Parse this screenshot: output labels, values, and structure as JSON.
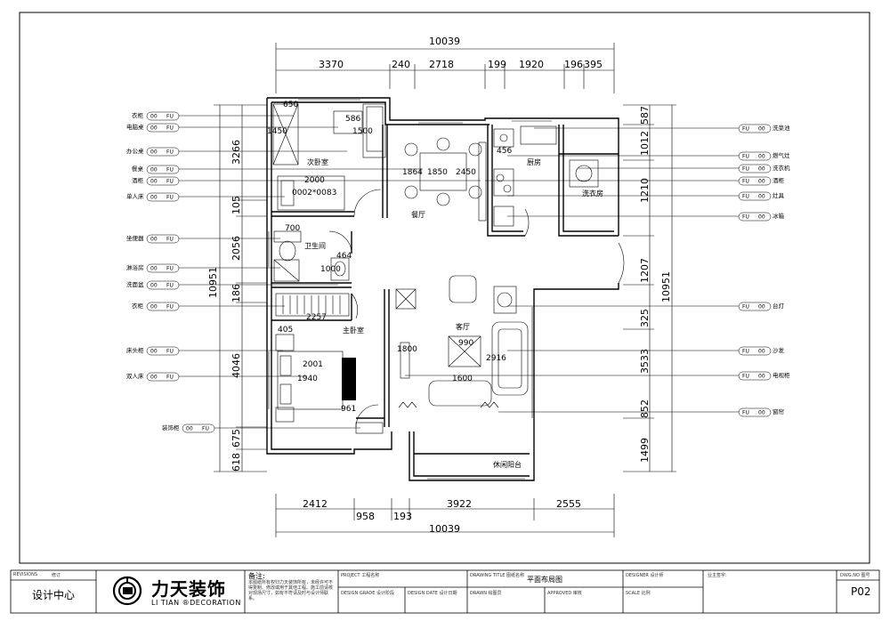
{
  "drawing": {
    "overall_top": "10039",
    "overall_bottom": "10039",
    "overall_left": "10951",
    "overall_right": "10951",
    "top_dims": [
      "3370",
      "240",
      "2718",
      "199",
      "1920",
      "196",
      "395"
    ],
    "bottom_dims": [
      "2412",
      "3922",
      "2555"
    ],
    "bottom_dims_small": [
      "958",
      "193"
    ],
    "left_dims": [
      "3266",
      "105",
      "2056",
      "186",
      "4046",
      "675",
      "618"
    ],
    "right_dims": [
      "587",
      "1012",
      "1210",
      "1207",
      "325",
      "3533",
      "852",
      "1499"
    ],
    "rooms": {
      "second_bedroom": "次卧室",
      "dining": "餐厅",
      "kitchen": "厨房",
      "laundry": "洗衣房",
      "bathroom": "卫生间",
      "master_bedroom": "主卧室",
      "living": "客厅",
      "balcony": "休闲阳台"
    },
    "left_labels": [
      "衣柜",
      "电脑桌",
      "办公桌",
      "餐桌",
      "酒柜",
      "单人床",
      "坐便器",
      "淋浴房",
      "洗面盆",
      "衣柜",
      "床头柜",
      "双人床",
      "装饰柜"
    ],
    "right_labels": [
      "洗菜池",
      "燃气灶",
      "洗衣机",
      "酒柜",
      "灶具",
      "冰箱",
      "台灯",
      "沙发",
      "电视柜",
      "窗帘"
    ],
    "tag_a": "00",
    "tag_b": "FU",
    "inner_dims": [
      "650",
      "586",
      "1450",
      "1500",
      "2000",
      "1864",
      "2450",
      "1850",
      "456",
      "700",
      "464",
      "1000",
      "2257",
      "405",
      "2001",
      "1940",
      "961",
      "1800",
      "990",
      "1600",
      "2916",
      "0002*0083"
    ]
  },
  "title_block": {
    "revisions": "REVISIONS",
    "revisions_value": "修订",
    "design_center": "设计中心",
    "company_cn": "力天装饰",
    "company_en": "LI TIAN ®DECORATION",
    "notes_title": "备注:",
    "notes_text": "本图纸所有权归力天装饰所有，未经许可不得复制、修改或用于其他工程。施工前请核对现场尺寸，如有不符请及时与设计师联系。",
    "project_label": "PROJECT 工程名称",
    "drawing_title_label": "DRAWING TITLE 图纸名称",
    "drawing_title": "平面布局图",
    "designer_label": "DESIGNER 设计师",
    "owner_label": "业主签字:",
    "design_grade_label": "DESIGN GRADE 设计阶段",
    "design_date_label": "DESIGN DATE 设计日期",
    "drawn_label": "DRAWN 绘图员",
    "approved_label": "APPROVED 审核",
    "scale_label": "SCALE 比例",
    "dwg_label": "DWG.NO 图号",
    "dwg_no": "P02"
  }
}
